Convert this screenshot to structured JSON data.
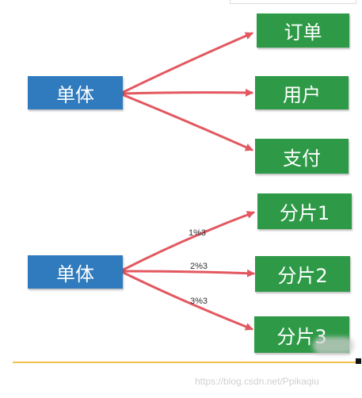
{
  "diagram": {
    "top_group": {
      "source": "单体",
      "targets": [
        "订单",
        "用户",
        "支付"
      ]
    },
    "bottom_group": {
      "source": "单体",
      "targets": [
        "分片1",
        "分片2",
        "分片3"
      ],
      "edge_labels": [
        "1%3",
        "2%3",
        "3%3"
      ]
    }
  },
  "watermark": "https://blog.csdn.net/Ppikaqiu",
  "colors": {
    "source_box": "#2f7bbd",
    "target_box": "#2e9a47",
    "arrow": "#e0474f",
    "divider": "#f3c24a"
  }
}
